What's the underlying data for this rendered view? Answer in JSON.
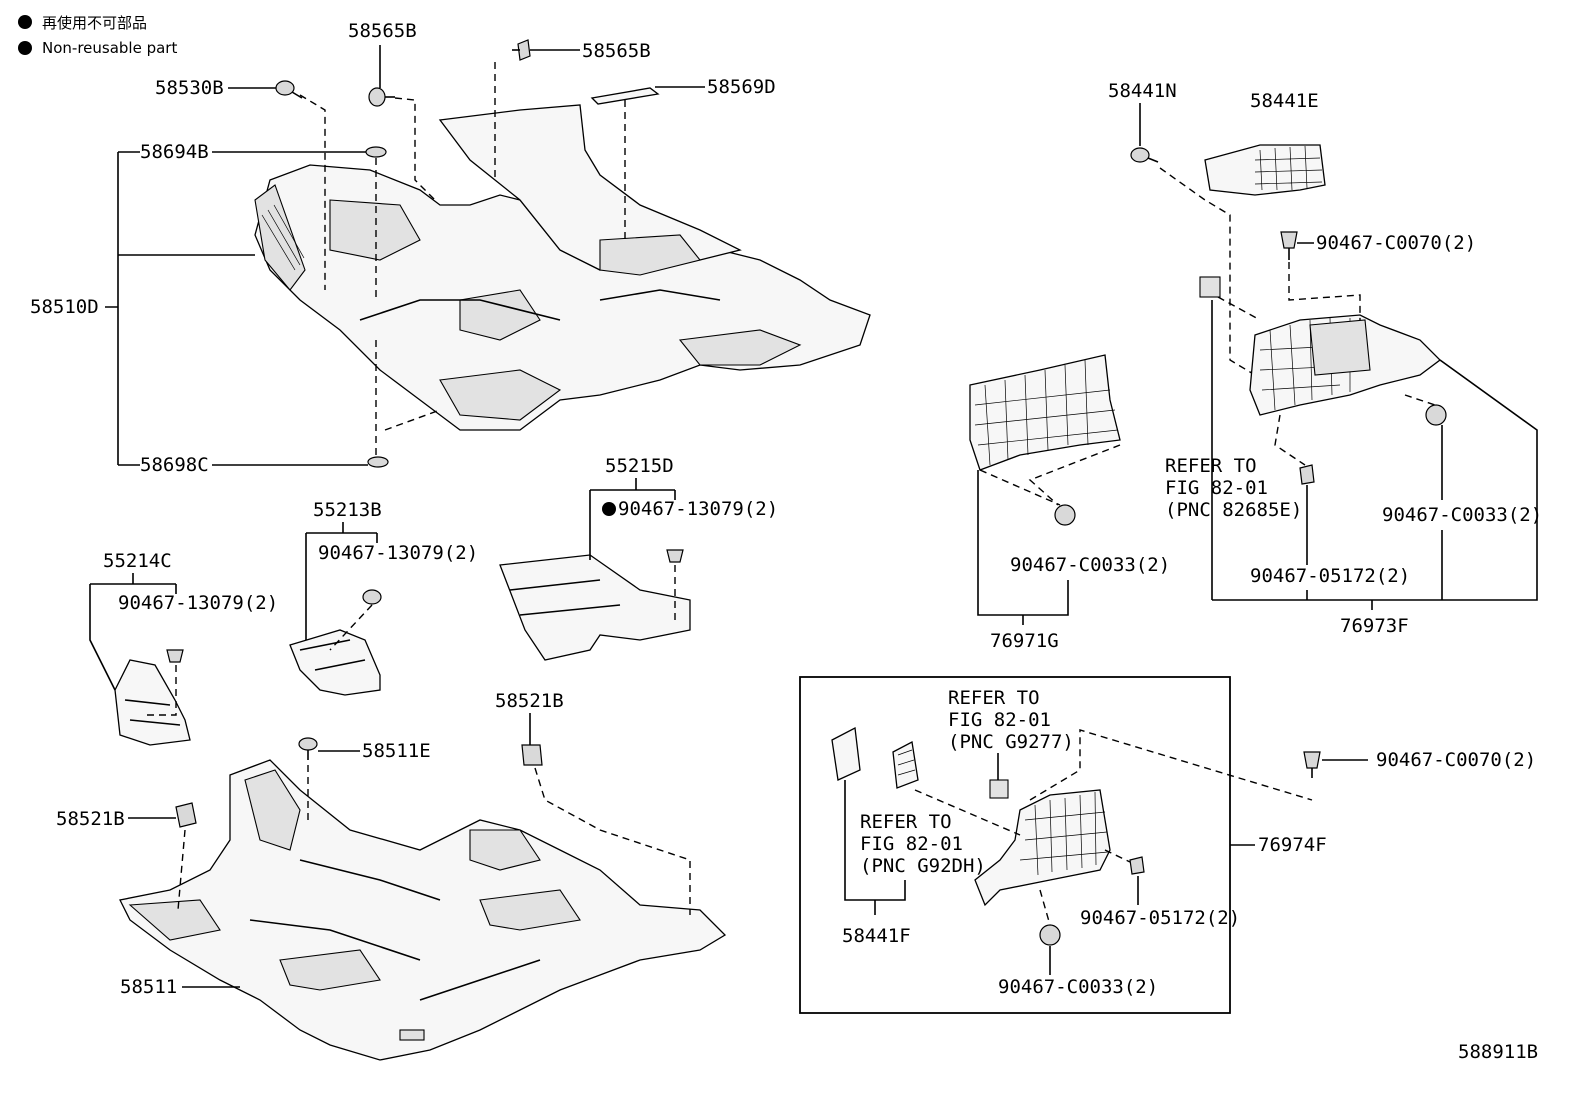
{
  "legend": {
    "japanese_text": "再使用不可部品",
    "english_text": "Non-reusable part"
  },
  "diagram_id": "588911B",
  "labels": {
    "p58565B_a": "58565B",
    "p58565B_b": "58565B",
    "p58569D": "58569D",
    "p58530B": "58530B",
    "p58694B": "58694B",
    "p58510D": "58510D",
    "p58698C": "58698C",
    "p55215D": "55215D",
    "p55215D_clip": "90467-13079(2)",
    "p55213B": "55213B",
    "p55213B_clip": "90467-13079(2)",
    "p55214C": "55214C",
    "p55214C_clip": "90467-13079(2)",
    "p58521B_a": "58521B",
    "p58521B_b": "58521B",
    "p58511E": "58511E",
    "p58511": "58511",
    "p58441N": "58441N",
    "p58441E": "58441E",
    "p90467_C0070_a": "90467-C0070(2)",
    "p90467_C0070_b": "90467-C0070(2)",
    "p90467_C0033_a": "90467-C0033(2)",
    "p90467_C0033_b": "90467-C0033(2)",
    "p90467_C0033_c": "90467-C0033(2)",
    "p90467_05172_a": "90467-05172(2)",
    "p90467_05172_b": "90467-05172(2)",
    "p76971G": "76971G",
    "p76973F": "76973F",
    "p76974F": "76974F",
    "p58441F": "58441F"
  },
  "refer_notes": {
    "r1": [
      "REFER TO",
      "FIG 82-01",
      "(PNC 82685E)"
    ],
    "r2": [
      "REFER TO",
      "FIG 82-01",
      "(PNC G9277)"
    ],
    "r3": [
      "REFER TO",
      "FIG 82-01",
      "(PNC G92DH)"
    ]
  },
  "colors": {
    "line": "#000000",
    "background": "#ffffff",
    "part_fill": "#f7f7f7"
  }
}
